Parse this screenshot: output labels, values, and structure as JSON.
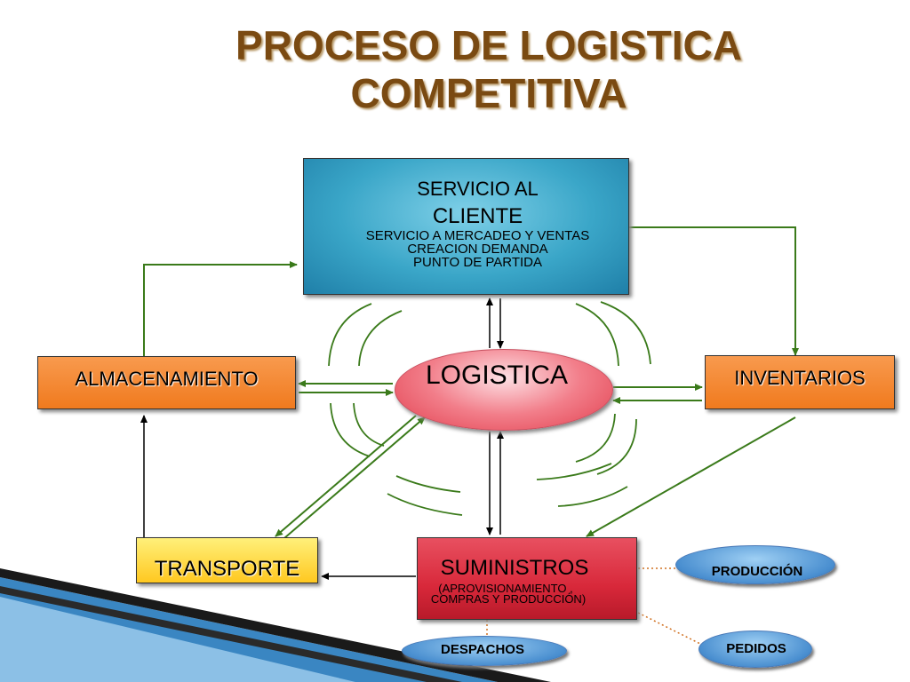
{
  "title": {
    "line1": "PROCESO DE LOGISTICA",
    "line2": "COMPETITIVA"
  },
  "nodes": {
    "servicio": {
      "title_line1": "SERVICIO AL",
      "title_line2": "CLIENTE",
      "sub_line1": "SERVICIO A MERCADEO Y VENTAS",
      "sub_line2": "CREACION DEMANDA",
      "sub_line3": "PUNTO DE PARTIDA"
    },
    "logistica": {
      "label": "LOGISTICA"
    },
    "almacenamiento": {
      "label": "ALMACENAMIENTO"
    },
    "inventarios": {
      "label": "INVENTARIOS"
    },
    "transporte": {
      "label": "TRANSPORTE"
    },
    "suministros": {
      "label": "SUMINISTROS",
      "sub_line1": "(APROVISIONAMIENTO ,",
      "sub_line2": "COMPRAS Y PRODUCCIÓN)"
    },
    "produccion": {
      "label": "PRODUCCIÓN"
    },
    "despachos": {
      "label": "DESPACHOS"
    },
    "pedidos": {
      "label": "PEDIDOS"
    }
  },
  "colors": {
    "title": "#7a4a12",
    "servicio": "#3aa6c8",
    "orange_box": "#f07a1e",
    "transporte": "#ffd84a",
    "suministros": "#d8283a",
    "logistica": "#f06a78",
    "small_ellipse": "#4a8fd0",
    "connector_green": "#3a7a1a"
  }
}
